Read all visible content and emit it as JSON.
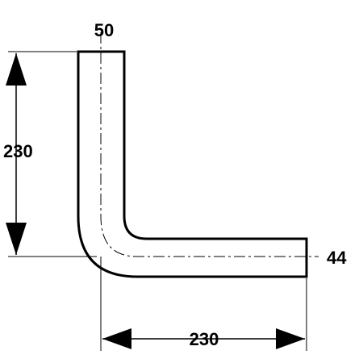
{
  "diagram": {
    "dimensions": {
      "pipe_width": "50",
      "vertical_length": "230",
      "horizontal_length": "230",
      "horizontal_width": "44"
    }
  }
}
